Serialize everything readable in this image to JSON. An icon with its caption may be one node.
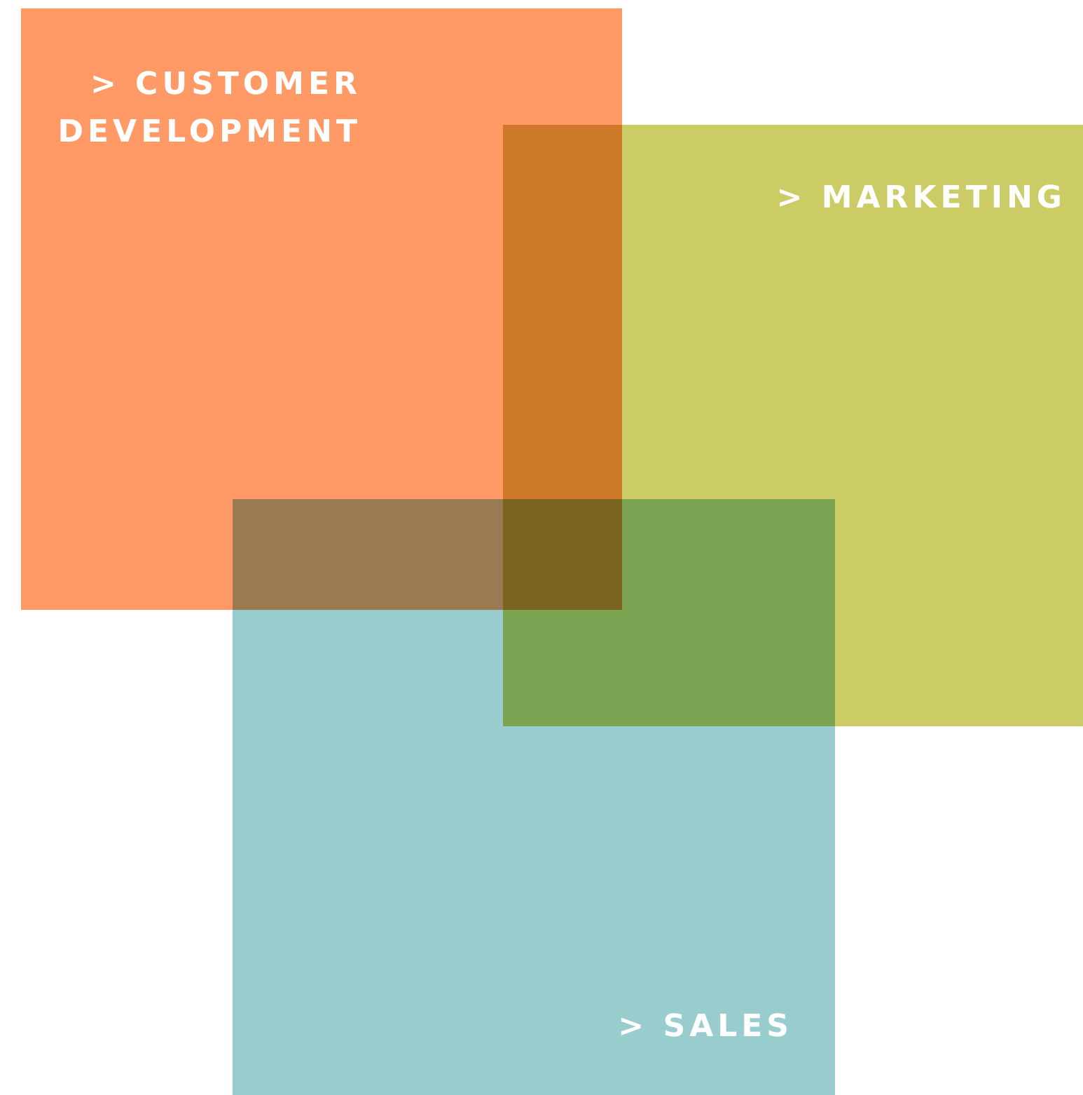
{
  "diagram": {
    "nodes": [
      {
        "text": [
          "> CUSTOMER DEVELOPMENT"
        ]
      },
      {
        "text": [
          "> MARKETING"
        ]
      },
      {
        "text": [
          "> SALES"
        ]
      }
    ]
  }
}
